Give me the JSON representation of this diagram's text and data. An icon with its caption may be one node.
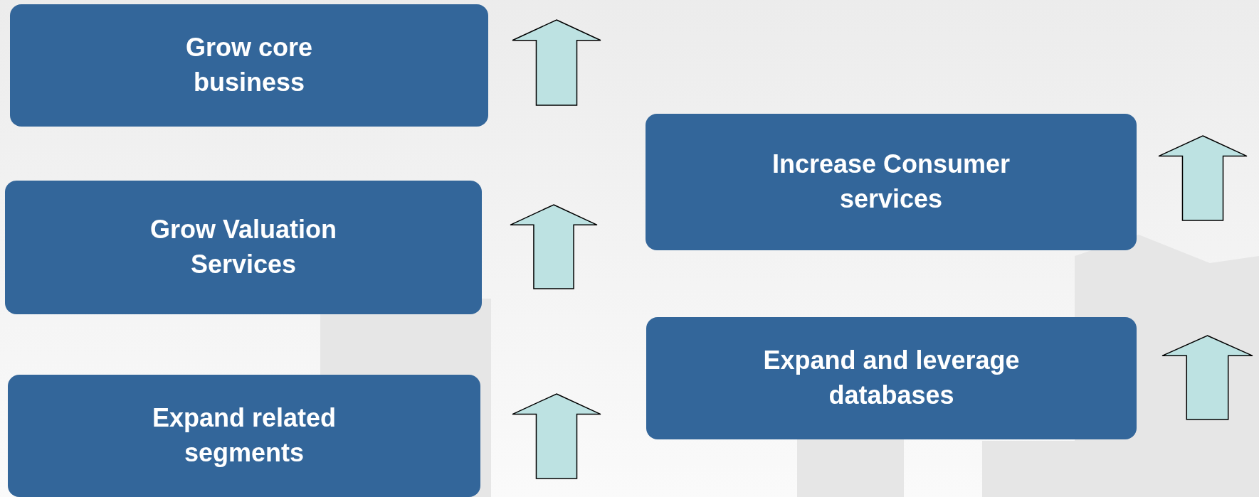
{
  "diagram": {
    "nodes": [
      {
        "text": [
          "Grow core business"
        ]
      },
      {
        "text": [
          "Grow Valuation Services"
        ]
      },
      {
        "text": [
          "Expand related segments"
        ]
      },
      {
        "text": [
          "Increase Consumer services"
        ]
      },
      {
        "text": [
          "Expand and leverage databases"
        ]
      }
    ]
  }
}
